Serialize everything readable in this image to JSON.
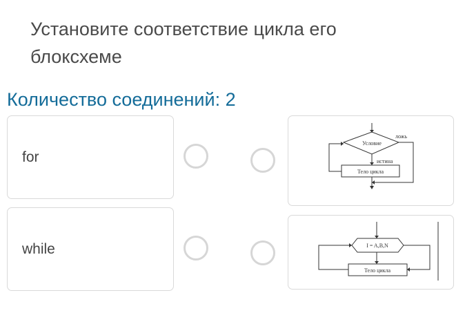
{
  "question": {
    "title": "Установите соответствие цикла его блоксхеме",
    "connections_label": "Количество соединений: 2"
  },
  "left_items": [
    {
      "label": "for"
    },
    {
      "label": "while"
    }
  ],
  "right_items": [
    {
      "diagram": "while-loop",
      "condition": "Условие",
      "false_label": "ложь",
      "true_label": "истина",
      "body": "Тело цикла"
    },
    {
      "diagram": "for-loop",
      "header": "I = A,B,N",
      "body": "Тело цикла"
    }
  ]
}
